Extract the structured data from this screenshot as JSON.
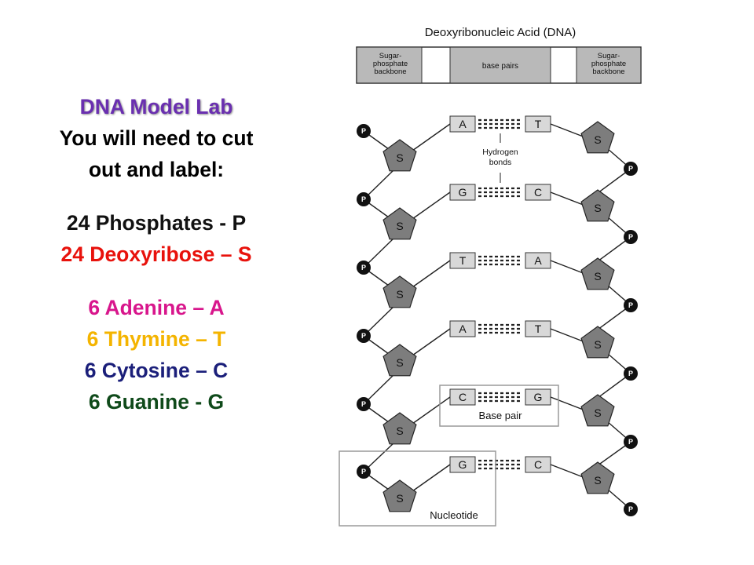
{
  "lab": {
    "title": "DNA Model Lab",
    "intro_line1": "You will need to cut",
    "intro_line2": "out and label:",
    "items": [
      {
        "label": "24 Phosphates -  P",
        "color": "#111111"
      },
      {
        "label": "24 Deoxyribose – S",
        "color": "#e8120c"
      },
      {
        "label": "6 Adenine – A",
        "color": "#d8168c"
      },
      {
        "label": "6 Thymine – T",
        "color": "#f4b400"
      },
      {
        "label": "6 Cytosine – C",
        "color": "#1b1f7a"
      },
      {
        "label": "6 Guanine - G",
        "color": "#0f4a1a"
      }
    ]
  },
  "diagram": {
    "title": "Deoxyribonucleic Acid (DNA)",
    "header_left": "Sugar-phosphate backbone",
    "header_left_lines": [
      "Sugar-",
      "phosphate",
      "backbone"
    ],
    "header_middle": "base pairs",
    "header_right": "Sugar-phosphate backbone",
    "header_right_lines": [
      "Sugar-",
      "phosphate",
      "backbone"
    ],
    "phosphate_symbol": "P",
    "sugar_symbol": "S",
    "pairs": [
      {
        "left": "A",
        "right": "T"
      },
      {
        "left": "G",
        "right": "C"
      },
      {
        "left": "T",
        "right": "A"
      },
      {
        "left": "A",
        "right": "T"
      },
      {
        "left": "C",
        "right": "G"
      },
      {
        "left": "G",
        "right": "C"
      }
    ],
    "hydrogen_bonds_label": "Hydrogen bonds",
    "hydrogen_bonds_lines": [
      "Hydrogen",
      "bonds"
    ],
    "base_pair_label": "Base pair",
    "nucleotide_label": "Nucleotide",
    "colors": {
      "header_fill": "#b9b9b9",
      "base_fill": "#d8d8d8",
      "sugar_fill": "#7d7d7d",
      "phosphate_fill": "#111111"
    }
  }
}
